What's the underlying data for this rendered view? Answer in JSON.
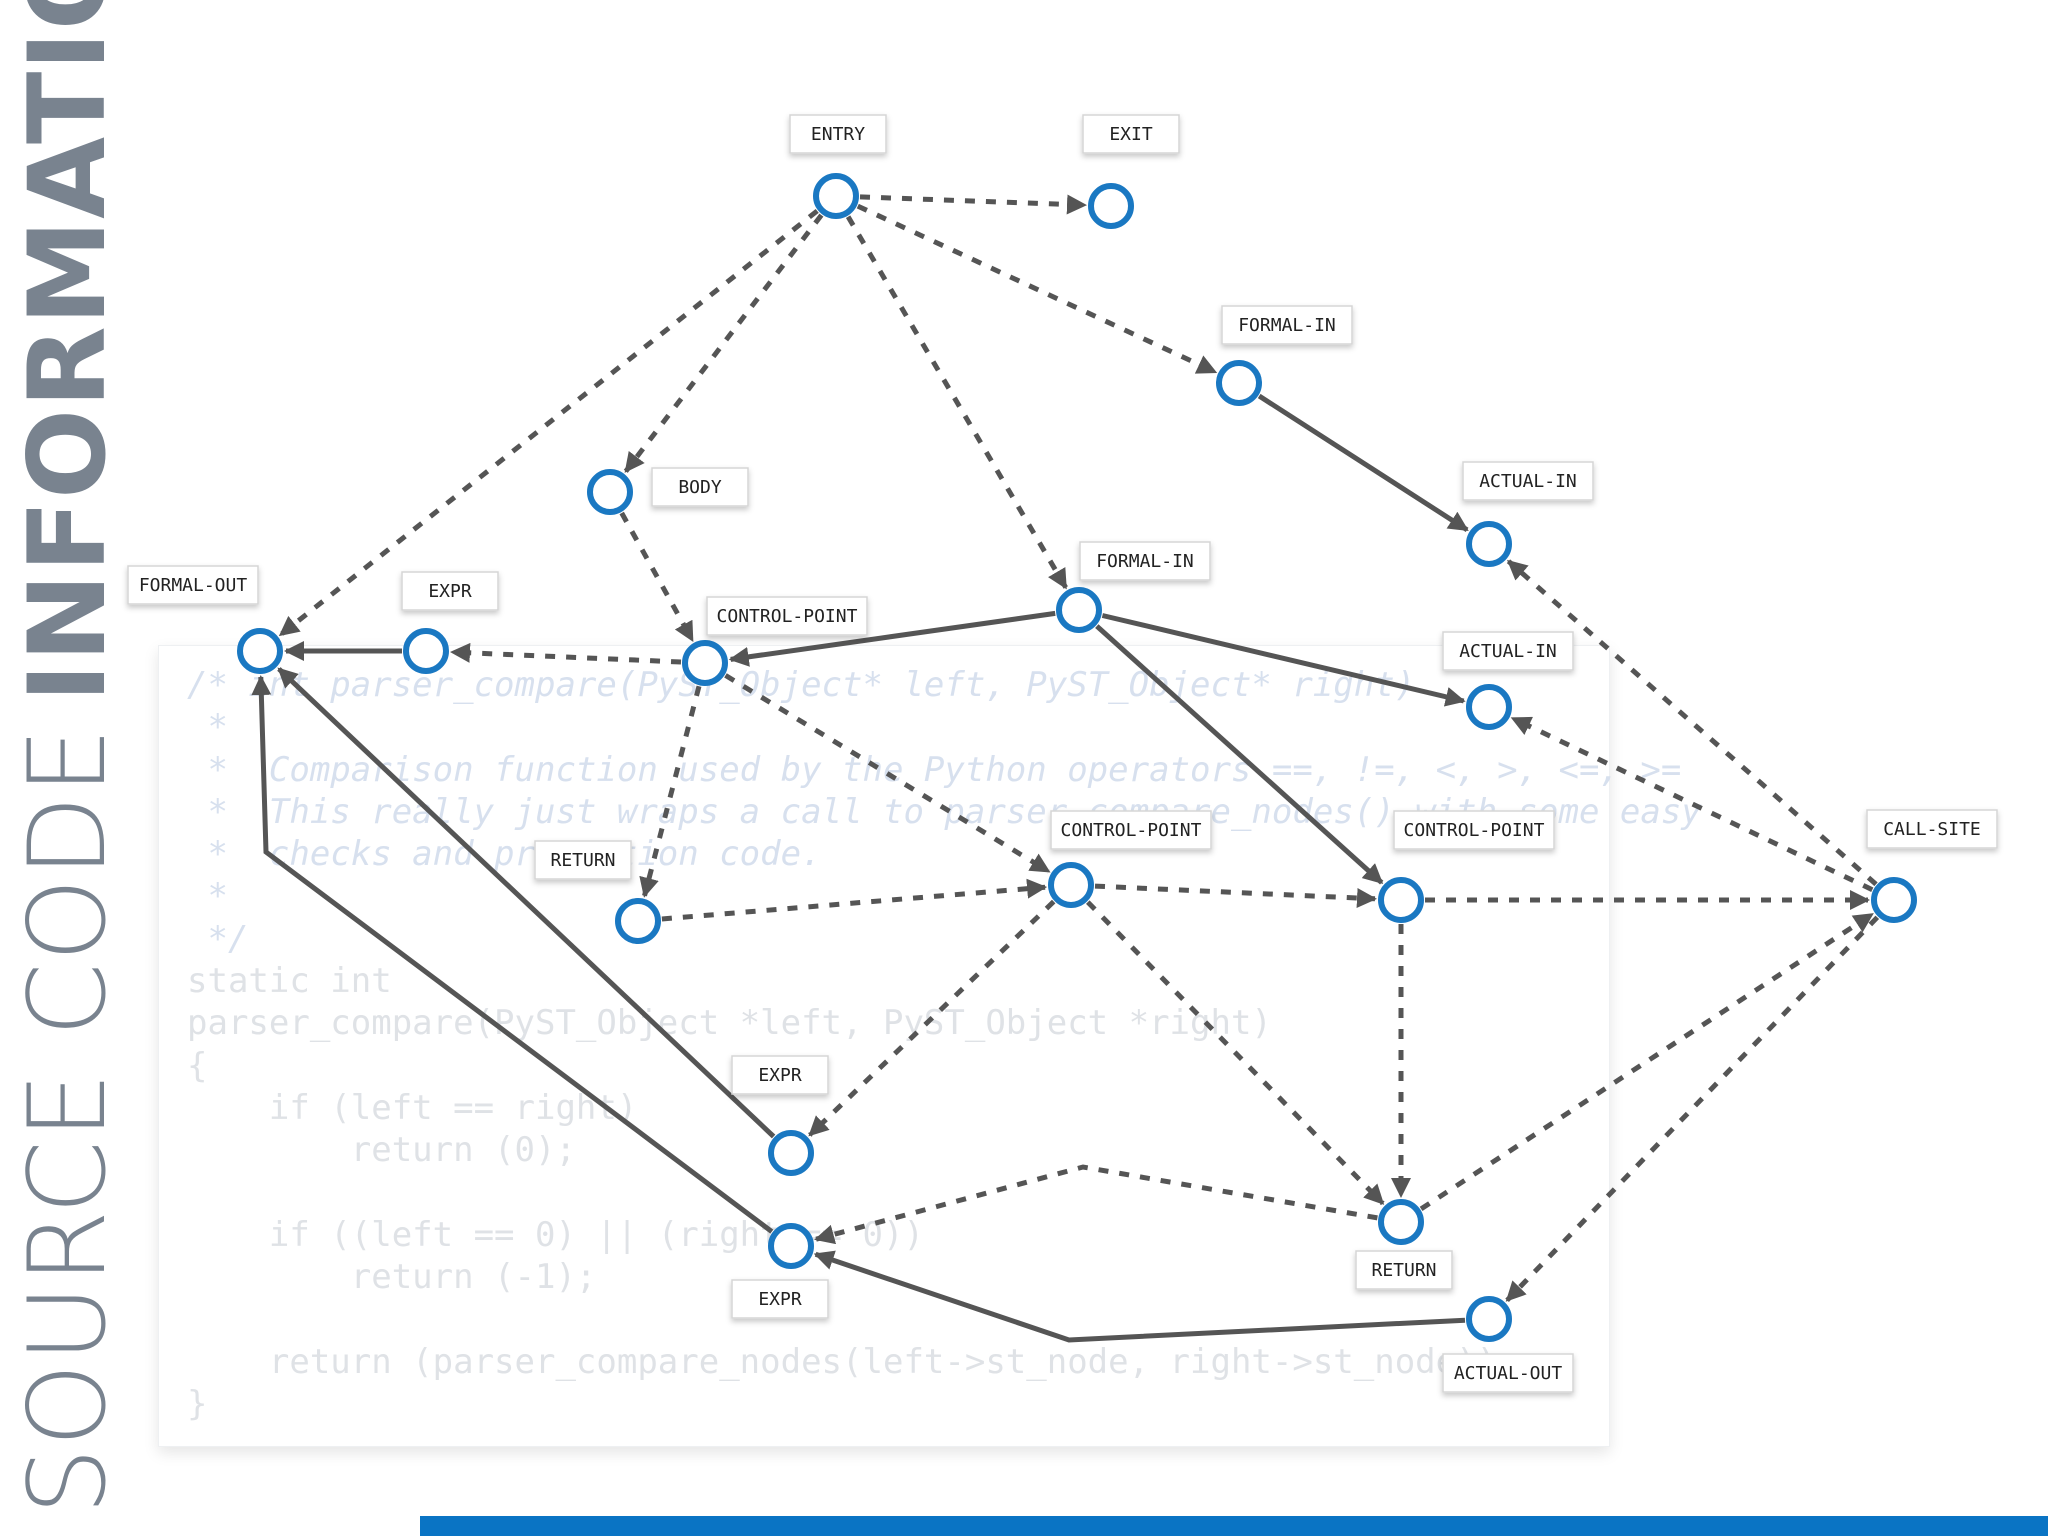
{
  "side_title": {
    "light": "SOURCE CODE",
    "bold": "INFORMATION"
  },
  "code_lines": [
    "/* int parser_compare(PyST_Object* left, PyST_Object* right)",
    " *",
    " *  Comparison function used by the Python operators ==, !=, <, >, <=, >=",
    " *  This really just wraps a call to parser_compare_nodes() with some easy",
    " *  checks and protection code.",
    " *",
    " */",
    "static int",
    "parser_compare(PyST_Object *left, PyST_Object *right)",
    "{",
    "    if (left == right)",
    "        return (0);",
    "",
    "    if ((left == 0) || (right == 0))",
    "        return (-1);",
    "",
    "    return (parser_compare_nodes(left->st_node, right->st_node));",
    "}"
  ],
  "graph": {
    "nodes": [
      {
        "id": "entry",
        "label": "ENTRY"
      },
      {
        "id": "exit",
        "label": "EXIT"
      },
      {
        "id": "formal_in_1",
        "label": "FORMAL-IN"
      },
      {
        "id": "actual_in_1",
        "label": "ACTUAL-IN"
      },
      {
        "id": "body",
        "label": "BODY"
      },
      {
        "id": "formal_in_2",
        "label": "FORMAL-IN"
      },
      {
        "id": "actual_in_2",
        "label": "ACTUAL-IN"
      },
      {
        "id": "formal_out",
        "label": "FORMAL-OUT"
      },
      {
        "id": "expr_1",
        "label": "EXPR"
      },
      {
        "id": "control_point_1",
        "label": "CONTROL-POINT"
      },
      {
        "id": "control_point_2",
        "label": "CONTROL-POINT"
      },
      {
        "id": "control_point_3",
        "label": "CONTROL-POINT"
      },
      {
        "id": "call_site",
        "label": "CALL-SITE"
      },
      {
        "id": "return_1",
        "label": "RETURN"
      },
      {
        "id": "expr_2",
        "label": "EXPR"
      },
      {
        "id": "expr_3",
        "label": "EXPR"
      },
      {
        "id": "return_2",
        "label": "RETURN"
      },
      {
        "id": "actual_out",
        "label": "ACTUAL-OUT"
      }
    ],
    "edges": [
      {
        "from": "entry",
        "to": "exit",
        "style": "dashed"
      },
      {
        "from": "entry",
        "to": "formal_in_1",
        "style": "dashed"
      },
      {
        "from": "entry",
        "to": "formal_out",
        "style": "dashed"
      },
      {
        "from": "entry",
        "to": "body",
        "style": "dashed"
      },
      {
        "from": "entry",
        "to": "formal_in_2",
        "style": "dashed"
      },
      {
        "from": "formal_in_1",
        "to": "actual_in_1",
        "style": "solid"
      },
      {
        "from": "body",
        "to": "control_point_1",
        "style": "dashed"
      },
      {
        "from": "formal_in_2",
        "to": "control_point_1",
        "style": "solid"
      },
      {
        "from": "formal_in_2",
        "to": "actual_in_2",
        "style": "solid"
      },
      {
        "from": "formal_in_2",
        "to": "control_point_3",
        "style": "solid"
      },
      {
        "from": "control_point_1",
        "to": "expr_1",
        "style": "dashed"
      },
      {
        "from": "expr_1",
        "to": "formal_out",
        "style": "solid"
      },
      {
        "from": "control_point_1",
        "to": "return_1",
        "style": "dashed"
      },
      {
        "from": "control_point_1",
        "to": "control_point_2",
        "style": "dashed"
      },
      {
        "from": "return_1",
        "to": "control_point_2",
        "style": "dashed"
      },
      {
        "from": "control_point_2",
        "to": "control_point_3",
        "style": "dashed"
      },
      {
        "from": "control_point_3",
        "to": "call_site",
        "style": "dashed"
      },
      {
        "from": "control_point_2",
        "to": "expr_2",
        "style": "dashed"
      },
      {
        "from": "control_point_2",
        "to": "return_2",
        "style": "dashed"
      },
      {
        "from": "control_point_3",
        "to": "return_2",
        "style": "dashed"
      },
      {
        "from": "return_2",
        "to": "expr_3",
        "style": "dashed"
      },
      {
        "from": "return_2",
        "to": "call_site",
        "style": "dashed"
      },
      {
        "from": "call_site",
        "to": "actual_in_1",
        "style": "dashed"
      },
      {
        "from": "call_site",
        "to": "actual_in_2",
        "style": "dashed"
      },
      {
        "from": "call_site",
        "to": "actual_out",
        "style": "dashed"
      },
      {
        "from": "expr_2",
        "to": "formal_out",
        "style": "solid"
      },
      {
        "from": "expr_3",
        "to": "formal_out",
        "style": "solid"
      },
      {
        "from": "actual_out",
        "to": "expr_3",
        "style": "solid"
      }
    ]
  },
  "colors": {
    "node_stroke": "#1a78c2",
    "edge": "#555555",
    "accent_bar": "#0a74c4",
    "title": "#79838f"
  }
}
